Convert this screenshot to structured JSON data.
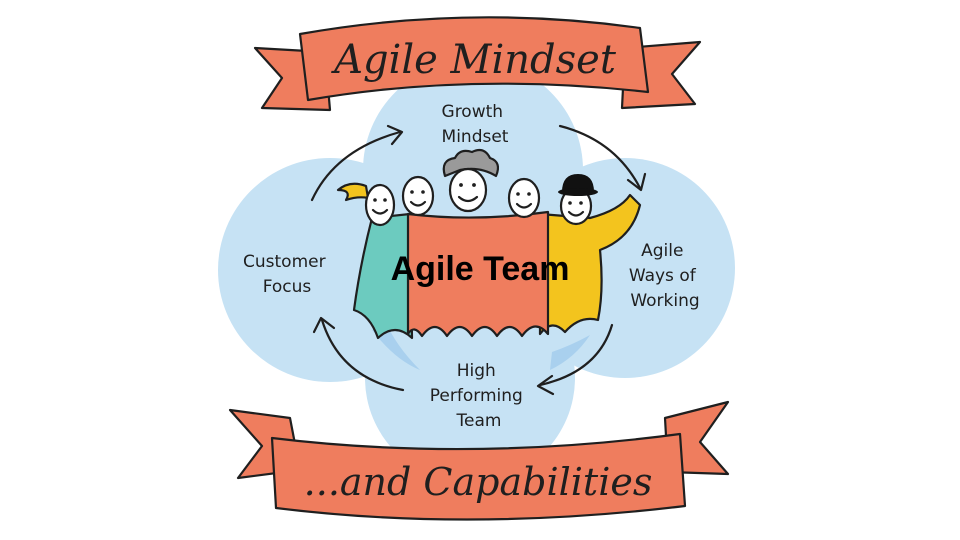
{
  "banners": {
    "top": "Agile Mindset",
    "bottom": "...and Capabilities"
  },
  "team": {
    "label": "Agile Team"
  },
  "nodes": {
    "growth": [
      "Growth",
      "Mindset"
    ],
    "ways": [
      "Agile",
      "Ways of",
      "Working"
    ],
    "performing": [
      "High",
      "Performing",
      "Team"
    ],
    "customer": [
      "Customer",
      "Focus"
    ]
  },
  "colors": {
    "banner": "#ef7d5e",
    "circle": "#c6e2f4",
    "circle_overlap": "#a9d0ee",
    "teal": "#6ccbbf",
    "coral": "#ef7d5e",
    "yellow": "#f3c41e",
    "outline": "#1f1f1f"
  },
  "icons": {
    "arrow": "curved-arrow-icon",
    "face": "smiley-face-icon",
    "hat": "bowler-hat-icon"
  }
}
